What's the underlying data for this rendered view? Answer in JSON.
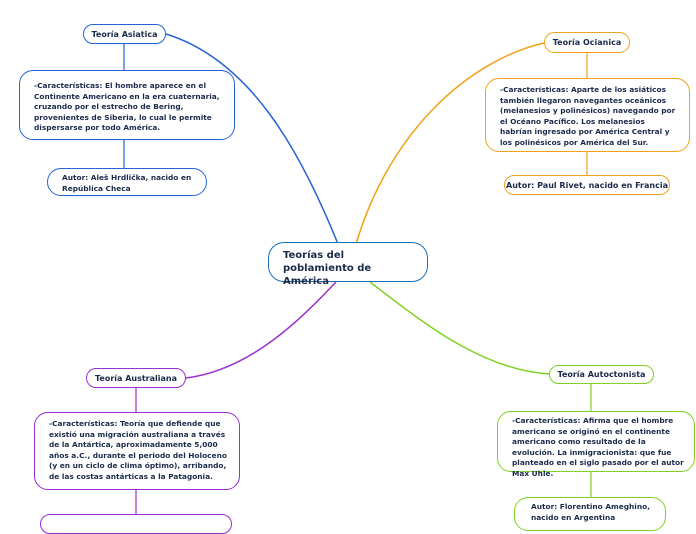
{
  "colors": {
    "asiatica": "#2563d6",
    "oceanica": "#f0a21a",
    "australiana": "#9b2fcf",
    "autoctonista": "#7ed321",
    "center": "#1a6fb5",
    "text": "#1b2a4a"
  },
  "center": {
    "title": "Teorías del poblamiento de América"
  },
  "asiatica": {
    "title": "Teoría Asiatica",
    "caracteristicas": "-Características: El hombre aparece en el Continente Americano en la era cuaternaria, cruzando por el estrecho de Bering, provenientes de Siberia, lo cual le permite dispersarse por todo América.",
    "autor": "Autor: Aleš Hrdlička, nacido en República Checa"
  },
  "oceanica": {
    "title": "Teoría Ocianica",
    "caracteristicas": "-Características: Aparte de los asiáticos también llegaron navegantes oceánicos (melanesios y polinésicos) navegando por el Océano Pacífico. Los melanesios habrían ingresado por América Central y los polinésicos por América del Sur.",
    "autor": "Autor: Paul Rivet, nacido en Francia"
  },
  "australiana": {
    "title": "Teoría Australiana",
    "caracteristicas": "-Características: Teoría que defiende que existió una migración australiana a través de la Antártica, aproximadamente 5,000 años a.C., durante el periodo del Holoceno (y en un ciclo de clima óptimo), arribando, de las costas antárticas a la Patagonia."
  },
  "autoctonista": {
    "title": "Teoría Autoctonista",
    "caracteristicas": "-Características: Afirma que el hombre americano se originó en el continente americano como resultado de la evolución. La inmigracionista: que fue planteado en el siglo pasado por el autor Max Uhle.",
    "autor": "Autor: Florentino Ameghino, nacido en Argentina"
  }
}
